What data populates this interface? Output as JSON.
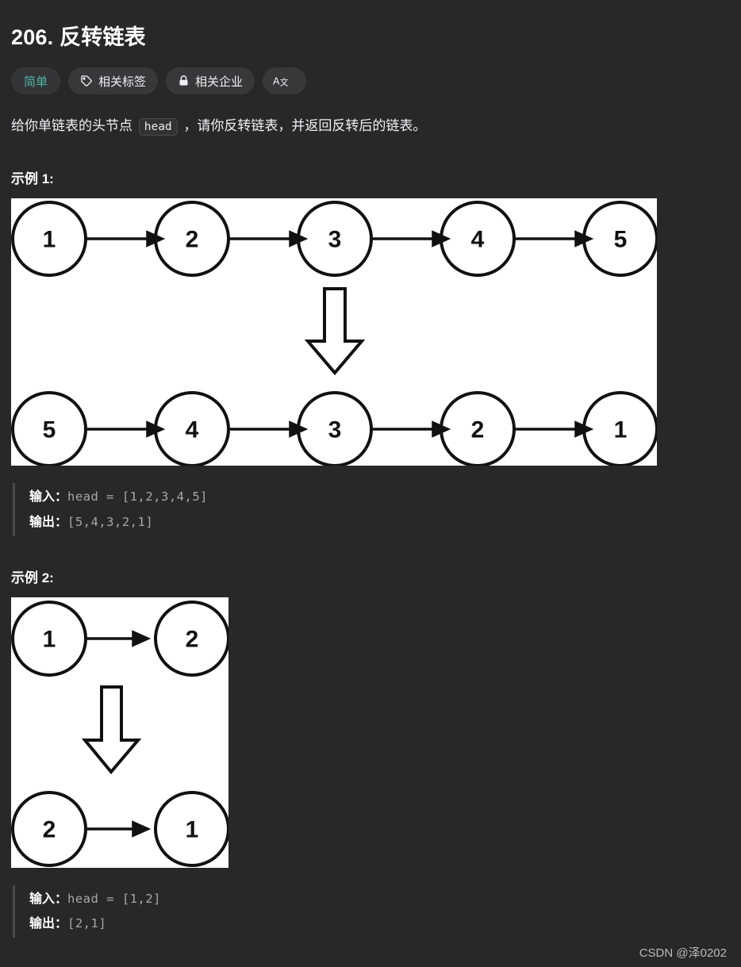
{
  "problem": {
    "title": "206. 反转链表",
    "description_prefix": "给你单链表的头节点 ",
    "description_code": "head",
    "description_suffix": " ，请你反转链表，并返回反转后的链表。"
  },
  "badges": [
    {
      "label": "简单",
      "icon": "none",
      "color": "#4bb7a8"
    },
    {
      "label": "相关标签",
      "icon": "tag-icon",
      "color": "#eff1f6"
    },
    {
      "label": "相关企业",
      "icon": "lock-icon",
      "color": "#eff1f6"
    },
    {
      "label": "",
      "icon": "translate-icon",
      "color": "#eff1f6"
    }
  ],
  "examples": [
    {
      "heading": "示例 1:",
      "input_label": "输入：",
      "input_value": "head = [1,2,3,4,5]",
      "output_label": "输出：",
      "output_value": "[5,4,3,2,1]",
      "figure": {
        "top_nodes": [
          "1",
          "2",
          "3",
          "4",
          "5"
        ],
        "bottom_nodes": [
          "5",
          "4",
          "3",
          "2",
          "1"
        ],
        "transform_arrow": "down-block-arrow"
      }
    },
    {
      "heading": "示例 2:",
      "input_label": "输入：",
      "input_value": "head = [1,2]",
      "output_label": "输出：",
      "output_value": "[2,1]",
      "figure": {
        "top_nodes": [
          "1",
          "2"
        ],
        "bottom_nodes": [
          "2",
          "1"
        ],
        "transform_arrow": "down-block-arrow"
      }
    }
  ],
  "watermark": "CSDN @泽0202",
  "colors": {
    "background": "#282828",
    "text": "#eff1f6",
    "accent": "#4bb7a8",
    "figure_background": "#ffffff",
    "figure_stroke": "#000000",
    "code_text": "#a5a8ad"
  }
}
